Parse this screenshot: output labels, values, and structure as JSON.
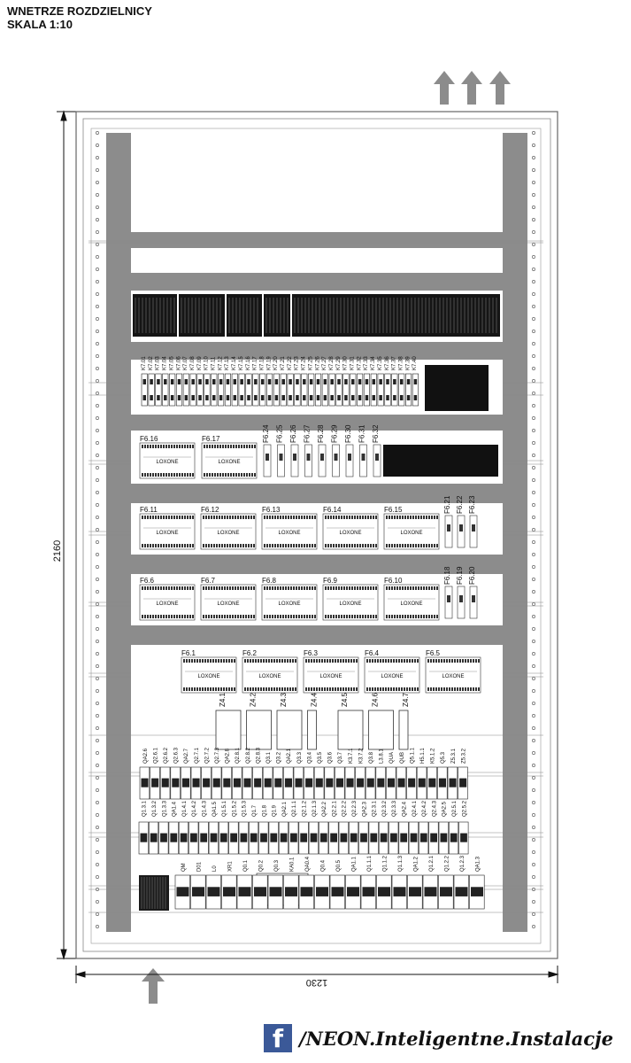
{
  "header": {
    "title_line1": "WNETRZE ROZDZIELNICY",
    "title_line2": "SKALA 1:10"
  },
  "dimensions": {
    "height": "2160",
    "width": "1230"
  },
  "row_k": {
    "labels": [
      "K7.01",
      "K7.02",
      "K7.03",
      "K7.04",
      "K7.05",
      "K7.06",
      "K7.07",
      "K7.08",
      "K7.09",
      "K7.10",
      "K7.11",
      "K7.12",
      "K7.13",
      "K7.14",
      "K7.15",
      "K7.16",
      "K7.17",
      "K7.18",
      "K7.19",
      "K7.20",
      "K7.21",
      "K7.22",
      "K7.23",
      "K7.24",
      "K7.25",
      "K7.26",
      "K7.27",
      "K7.28",
      "K7.29",
      "K7.30",
      "K7.31",
      "K7.32",
      "K7.33",
      "K7.34",
      "K7.35",
      "K7.36",
      "K7.37",
      "K7.38",
      "K7.39",
      "K7.40"
    ]
  },
  "row_f16": {
    "modules": [
      "F6.16",
      "F6.17"
    ],
    "fuses": [
      "F6.24",
      "F6.25",
      "F6.26",
      "F6.27",
      "F6.28",
      "F6.29",
      "F6.30",
      "F6.31",
      "F6.32"
    ]
  },
  "row_f11": {
    "modules": [
      "F6.11",
      "F6.12",
      "F6.13",
      "F6.14",
      "F6.15"
    ],
    "fuses": [
      "F6.21",
      "F6.22",
      "F6.23"
    ]
  },
  "row_f6": {
    "modules": [
      "F6.6",
      "F6.7",
      "F6.8",
      "F6.9",
      "F6.10"
    ],
    "fuses": [
      "F6.18",
      "F6.19",
      "F6.20"
    ]
  },
  "row_f1": {
    "modules": [
      "F6.1",
      "F6.2",
      "F6.3",
      "F6.4",
      "F6.5"
    ],
    "z_labels": [
      "Z4.1",
      "Z4.2",
      "Z4.3",
      "Z4.4",
      "Z4.5",
      "Z4.6",
      "Z4.7"
    ]
  },
  "row_q_top": {
    "labels": [
      "QA2.6",
      "Q2.6.1",
      "Q2.6.2",
      "Q2.6.3",
      "QA2.7",
      "Q2.7.1",
      "Q2.7.2",
      "Q2.7.3",
      "QA2.8",
      "Q2.8.1",
      "Q2.8.2",
      "Q2.8.3",
      "Q3.1",
      "Q3.2",
      "QA2.1",
      "Q3.3",
      "Q3.4",
      "Q3.5",
      "Q3.6",
      "Q3.7",
      "K3.7.1",
      "K3.7.2",
      "Q3.8",
      "L3.8.1",
      "QUA",
      "QUB",
      "Q5.1.1",
      "H5.1.1",
      "K5.1.2",
      "Q5.3",
      "Z5.3.1",
      "Z5.3.2"
    ]
  },
  "row_q_mid": {
    "labels": [
      "Q1.3.1",
      "Q1.3.2",
      "Q1.3.3",
      "QA1.4",
      "Q1.4.1",
      "Q1.4.2",
      "Q1.4.3",
      "QA1.5",
      "Q1.5.1",
      "Q1.5.2",
      "Q1.5.3",
      "Q1.7",
      "Q1.8",
      "Q1.9",
      "QA2.1",
      "Q2.1.1",
      "Q2.1.2",
      "Q2.1.3",
      "QA2.2",
      "Q2.2.1",
      "Q2.2.2",
      "Q2.2.3",
      "QA2.3",
      "Q2.3.1",
      "Q2.3.2",
      "Q2.3.3",
      "QA2.4",
      "Q2.4.1",
      "Q2.4.2",
      "Q2.4.3",
      "QA2.5",
      "Q2.5.1",
      "Q2.5.2"
    ]
  },
  "row_q_bottom": {
    "labels": [
      "QM",
      "D01",
      "L0",
      "XR1",
      "Q0.1",
      "Q0.2",
      "Q0.3",
      "KA0.1",
      "QA0.4",
      "Q0.4",
      "Q0.5",
      "QA1.1",
      "Q1.1.1",
      "Q1.1.2",
      "Q1.1.3",
      "QA1.2",
      "Q1.2.1",
      "Q1.2.2",
      "Q1.2.3",
      "QA1.3"
    ]
  },
  "module_brand": "LOXONE",
  "footer": {
    "facebook_glyph": "f",
    "text": "/NEON.Inteligentne.Instalacje"
  },
  "colors": {
    "rail": "#8c8c8c",
    "panel_bg": "#ffffff",
    "outline": "#444444",
    "device_dark": "#111111",
    "fb_blue": "#3b5998"
  }
}
